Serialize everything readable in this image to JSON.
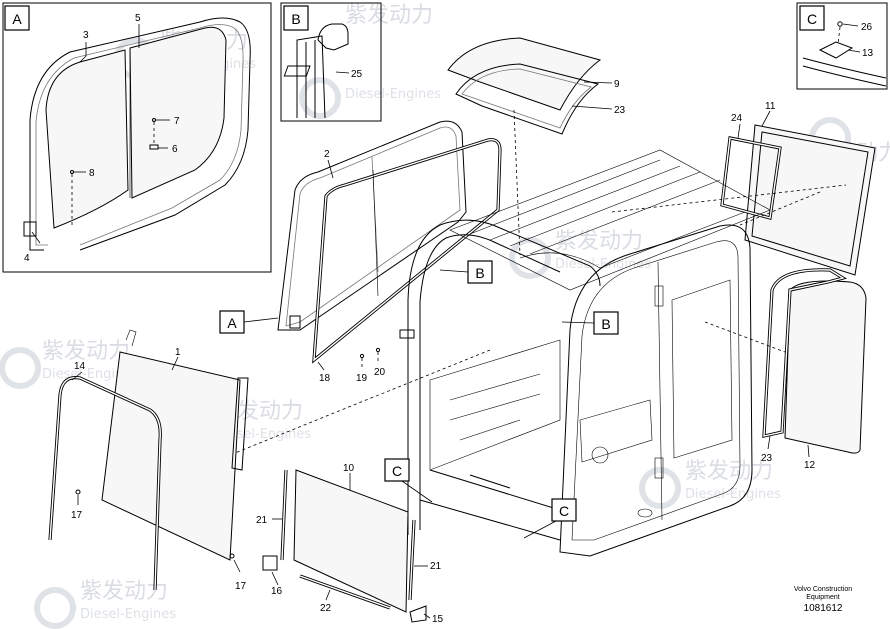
{
  "boxes": {
    "a": "A",
    "b": "B",
    "c": "C"
  },
  "callouts": {
    "a_main": "A",
    "b_upper": "B",
    "b_lower": "B",
    "c_left": "C",
    "c_right": "C"
  },
  "parts": {
    "p1": "1",
    "p2": "2",
    "p3": "3",
    "p4": "4",
    "p5": "5",
    "p6": "6",
    "p7": "7",
    "p8": "8",
    "p9": "9",
    "p10": "10",
    "p11": "11",
    "p12": "12",
    "p13": "13",
    "p14": "14",
    "p15": "15",
    "p16": "16",
    "p17a": "17",
    "p17b": "17",
    "p18": "18",
    "p19": "19",
    "p20": "20",
    "p21a": "21",
    "p21b": "21",
    "p22": "22",
    "p23a": "23",
    "p23b": "23",
    "p24": "24",
    "p25": "25",
    "p26": "26"
  },
  "watermark": {
    "brand_cn": "紫发动力",
    "brand_en": "Diesel-Engines"
  },
  "footer": {
    "maker_line1": "Volvo Construction",
    "maker_line2": "Equipment",
    "part_number": "1081612"
  }
}
